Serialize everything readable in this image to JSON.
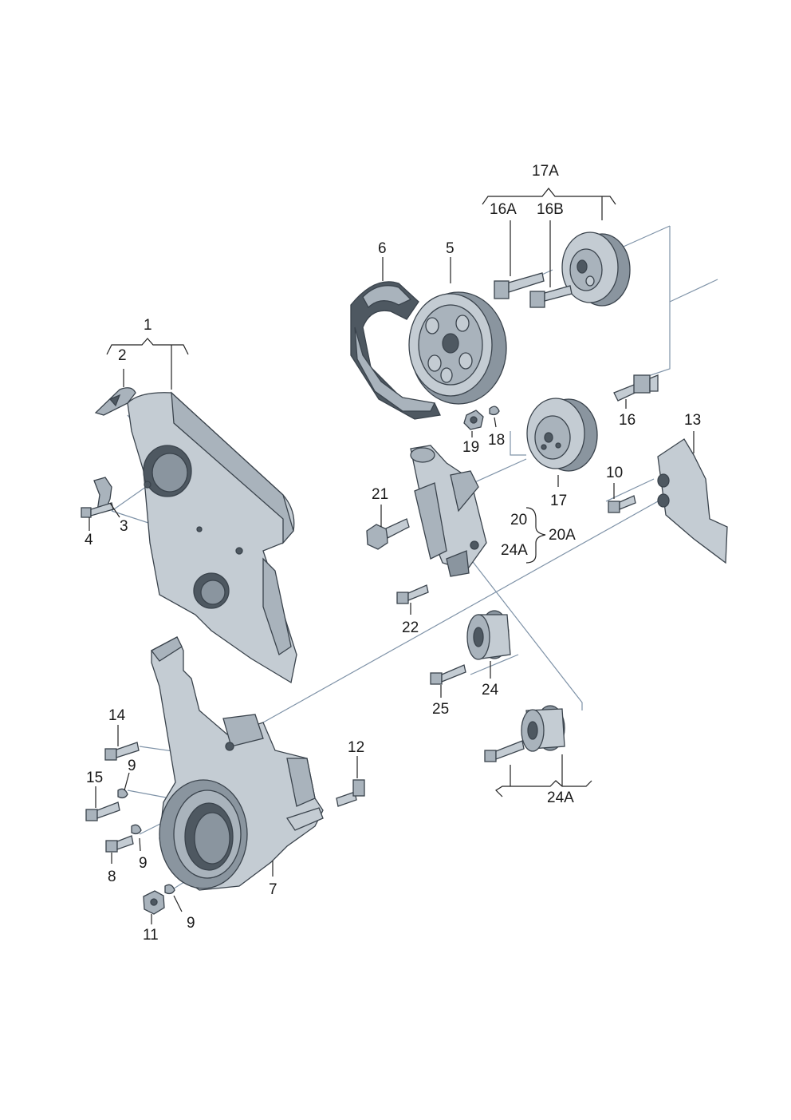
{
  "labels": {
    "l1": "1",
    "l2": "2",
    "l3": "3",
    "l4": "4",
    "l5": "5",
    "l6": "6",
    "l7": "7",
    "l8": "8",
    "l9a": "9",
    "l9b": "9",
    "l9c": "9",
    "l10": "10",
    "l11": "11",
    "l12": "12",
    "l13": "13",
    "l14": "14",
    "l15": "15",
    "l16": "16",
    "l16a": "16A",
    "l16b": "16B",
    "l17": "17",
    "l17a": "17A",
    "l18": "18",
    "l19": "19",
    "l20": "20",
    "l20a": "20A",
    "l21": "21",
    "l22": "22",
    "l24": "24",
    "l24a_top": "24A",
    "l24a_bottom": "24A",
    "l25": "25"
  }
}
